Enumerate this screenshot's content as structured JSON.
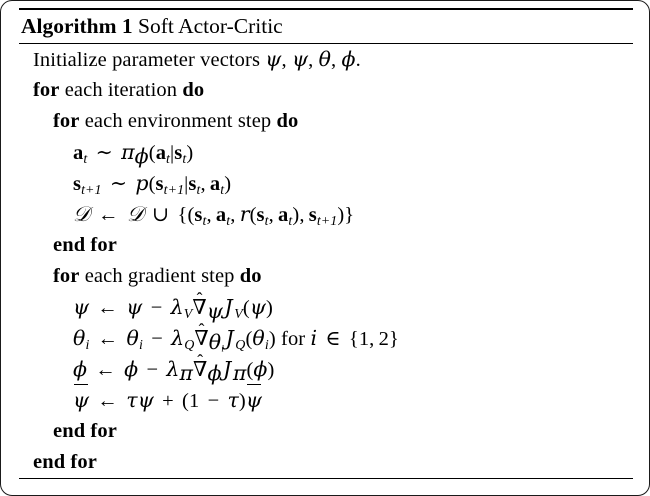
{
  "card": {
    "border_color": "#1a1a1a",
    "background": "#ffffff"
  },
  "algorithm": {
    "label": "Algorithm 1",
    "name": "Soft Actor-Critic",
    "lines": [
      {
        "indent": 1,
        "text": "Initialize parameter vectors ψ, ψ̄, θ, ϕ."
      },
      {
        "indent": 1,
        "text": "for each iteration do"
      },
      {
        "indent": 2,
        "text": "for each environment step do"
      },
      {
        "indent": 3,
        "text": "a_t ∼ π_ϕ(a_t|s_t)"
      },
      {
        "indent": 3,
        "text": "s_{t+1} ∼ p(s_{t+1}|s_t, a_t)"
      },
      {
        "indent": 3,
        "text": "D ← D ∪ {(s_t, a_t, r(s_t, a_t), s_{t+1})}"
      },
      {
        "indent": 2,
        "text": "end for"
      },
      {
        "indent": 2,
        "text": "for each gradient step do"
      },
      {
        "indent": 3,
        "text": "ψ ← ψ − λ_V ∇̂_ψ J_V(ψ)"
      },
      {
        "indent": 3,
        "text": "θ_i ← θ_i − λ_Q ∇̂_{θ_i} J_Q(θ_i) for i ∈ {1, 2}"
      },
      {
        "indent": 3,
        "text": "ϕ ← ϕ − λ_π ∇̂_ϕ J_π(ϕ)"
      },
      {
        "indent": 3,
        "text": "ψ̄ ← τψ + (1 − τ)ψ̄"
      },
      {
        "indent": 2,
        "text": "end for"
      },
      {
        "indent": 1,
        "text": "end for"
      }
    ],
    "keywords": {
      "for": "for",
      "do": "do",
      "end_for": "end for",
      "each_iteration": "each iteration",
      "each_environment_step": "each environment step",
      "each_gradient_step": "each gradient step",
      "initialize_text": "Initialize parameter vectors"
    },
    "symbols": {
      "psi": "ψ",
      "theta": "θ",
      "phi": "ϕ",
      "pi": "π",
      "tau": "τ",
      "lambda": "λ",
      "nabla": "∇",
      "sim": "∼",
      "gets": "←",
      "cup": "∪",
      "in": "∈",
      "minus": "−",
      "plus": "+",
      "mid": "|",
      "calD": "𝒟"
    }
  }
}
